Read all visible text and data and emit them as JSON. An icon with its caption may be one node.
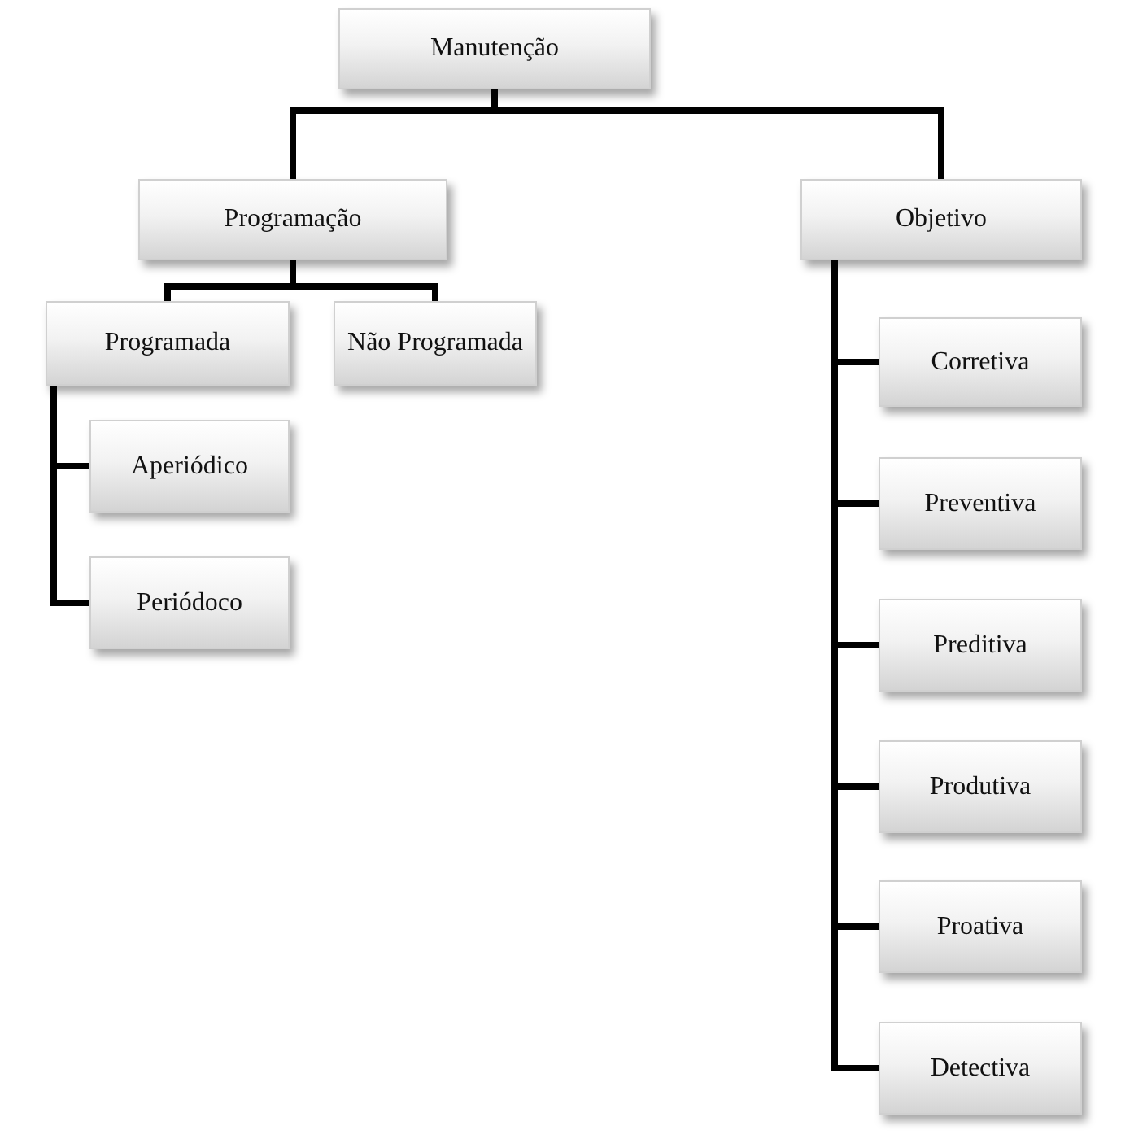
{
  "diagram": {
    "nodes": [
      {
        "text": [
          "Manutenção"
        ]
      },
      {
        "text": [
          "Programação"
        ]
      },
      {
        "text": [
          "Objetivo"
        ]
      },
      {
        "text": [
          "Programada"
        ]
      },
      {
        "text": [
          "Não Programada"
        ]
      },
      {
        "text": [
          "Aperiódico"
        ]
      },
      {
        "text": [
          "Periódoco"
        ]
      },
      {
        "text": [
          "Corretiva"
        ]
      },
      {
        "text": [
          "Preventiva"
        ]
      },
      {
        "text": [
          "Preditiva"
        ]
      },
      {
        "text": [
          "Produtiva"
        ]
      },
      {
        "text": [
          "Proativa"
        ]
      },
      {
        "text": [
          "Detectiva"
        ]
      }
    ],
    "edges": [
      {
        "from": 0,
        "to": 1,
        "arrow": "none"
      },
      {
        "from": 0,
        "to": 2,
        "arrow": "none"
      },
      {
        "from": 1,
        "to": 3,
        "arrow": "none"
      },
      {
        "from": 1,
        "to": 4,
        "arrow": "none"
      },
      {
        "from": 3,
        "to": 5,
        "arrow": "none"
      },
      {
        "from": 3,
        "to": 6,
        "arrow": "none"
      },
      {
        "from": 2,
        "to": 7,
        "arrow": "none"
      },
      {
        "from": 2,
        "to": 8,
        "arrow": "none"
      },
      {
        "from": 2,
        "to": 9,
        "arrow": "none"
      },
      {
        "from": 2,
        "to": 10,
        "arrow": "none"
      },
      {
        "from": 2,
        "to": 11,
        "arrow": "none"
      },
      {
        "from": 2,
        "to": 12,
        "arrow": "none"
      }
    ]
  }
}
